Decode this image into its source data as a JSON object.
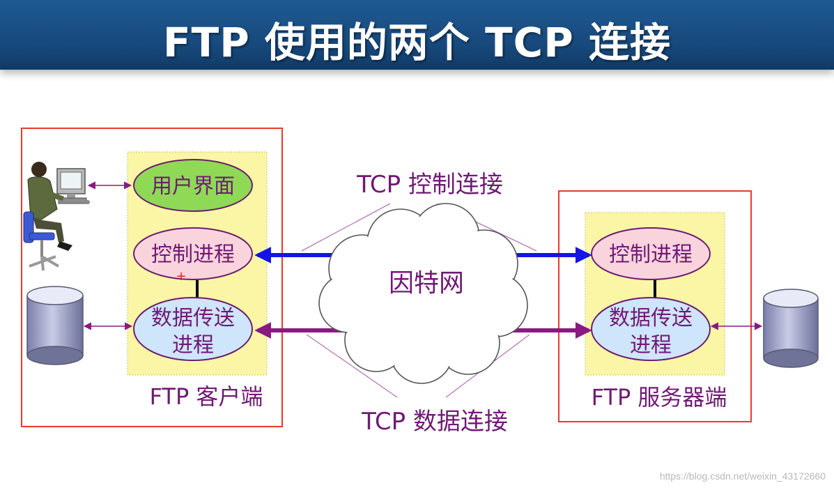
{
  "title": "FTP 使用的两个 TCP 连接",
  "client": {
    "label": "FTP 客户端",
    "user_interface": "用户界面",
    "control_process": "控制进程",
    "data_process_line1": "数据传送",
    "data_process_line2": "进程"
  },
  "server": {
    "label": "FTP 服务器端",
    "control_process": "控制进程",
    "data_process_line1": "数据传送",
    "data_process_line2": "进程"
  },
  "network": {
    "cloud_label": "因特网",
    "control_connection_label": "TCP 控制连接",
    "data_connection_label": "TCP 数据连接"
  },
  "colors": {
    "title_bar": "#17497c",
    "frame_red": "#e8392f",
    "panel_yellow": "#fbf6a6",
    "ui_green": "#8fd957",
    "control_pink": "#fad4dd",
    "data_blue": "#cfe5fb",
    "control_arrow": "#1414e6",
    "data_arrow": "#8a1a82",
    "label_purple": "#6f1a74"
  },
  "icons": [
    "user-at-computer-icon",
    "client-disk-icon",
    "server-disk-icon",
    "cloud-icon"
  ],
  "watermark": "https://blog.csdn.net/weixin_43172660"
}
